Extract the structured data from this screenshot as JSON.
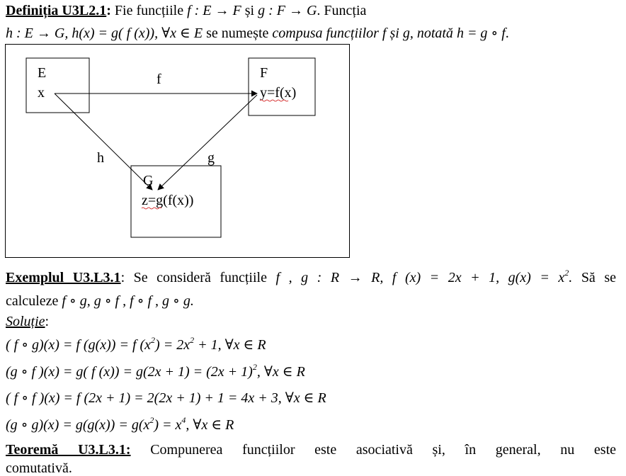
{
  "definition": {
    "label": "Definiția U3L2.1",
    "line1_text": "Fie funcțiile",
    "f_sig": "f : E → F",
    "and": "și",
    "g_sig": "g : F → G",
    "line1_end": "Funcția",
    "h_def": "h : E → G, h(x) = g( f (x)), ∀x ∈ E",
    "middle": "se numește",
    "compusa": "compusa funcțiilor",
    "fg": "f și g, notată",
    "h_eq": "h = g ∘ f"
  },
  "diagram": {
    "E_title": "E",
    "E_var": "x",
    "F_title": "F",
    "F_expr": "y=f(x)",
    "G_title": "G",
    "G_expr": "z=g(f(x))",
    "arrow_f": "f",
    "arrow_h": "h",
    "arrow_g": "g"
  },
  "example": {
    "label": "Exemplul U3.L3.1",
    "intro": "Se consideră funcțiile",
    "funcs": "f , g : R → R, f (x) = 2x + 1, g(x) = x",
    "exp": "2",
    "end": "Să se",
    "line2_word": "calculeze",
    "line2_math": "f ∘ g, g ∘ f , f ∘ f , g ∘ g."
  },
  "solution": {
    "label": "Soluție",
    "eq1_a": "( f ∘ g)(x) = f (g(x)) = f (x",
    "eq1_b": ") = 2x",
    "eq1_c": " + 1, ∀x ∈ R",
    "eq2_a": "(g ∘ f )(x) = g( f (x)) = g(2x + 1) = (2x + 1)",
    "eq2_b": ", ∀x ∈ R",
    "eq3": "( f ∘ f )(x) = f (2x + 1) = 2(2x + 1) + 1 = 4x + 3, ∀x ∈ R",
    "eq4_a": "(g ∘ g)(x) = g(g(x)) = g(x",
    "eq4_b": ") = x",
    "eq4_c": ", ∀x ∈ R",
    "exp2": "2",
    "exp4": "4"
  },
  "theorem": {
    "label": "Teoremă U3.L3.1:",
    "text1": "Compunerea funcțiilor este asociativă și, în general, nu este",
    "text2": "comutativă."
  }
}
